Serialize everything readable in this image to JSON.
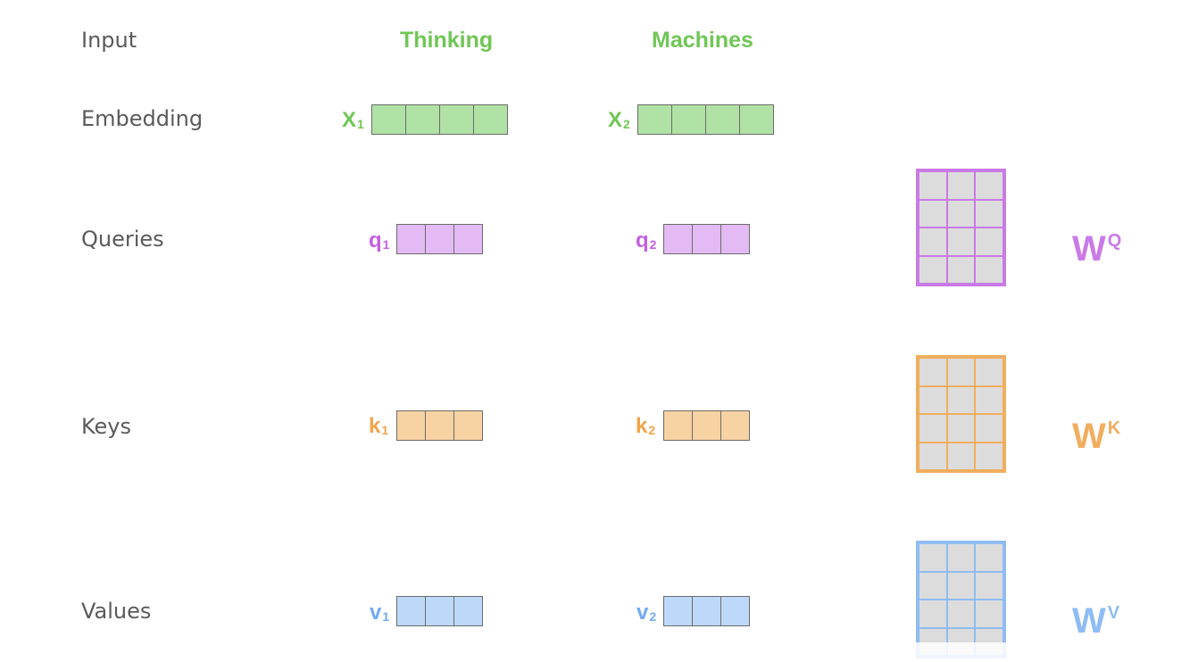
{
  "rows": {
    "input": "Input",
    "embedding": "Embedding",
    "queries": "Queries",
    "keys": "Keys",
    "values": "Values"
  },
  "words": [
    "Thinking",
    "Machines"
  ],
  "vectors": {
    "x": {
      "base": "X",
      "subs": [
        "1",
        "2"
      ],
      "cells": 4,
      "fill": "#b0e2a6",
      "label_color": "#70c656"
    },
    "q": {
      "base": "q",
      "subs": [
        "1",
        "2"
      ],
      "cells": 3,
      "fill": "#e3baf3",
      "label_color": "#c45ee3"
    },
    "k": {
      "base": "k",
      "subs": [
        "1",
        "2"
      ],
      "cells": 3,
      "fill": "#f7d2a2",
      "label_color": "#f3a348"
    },
    "v": {
      "base": "v",
      "subs": [
        "1",
        "2"
      ],
      "cells": 3,
      "fill": "#bdd9f9",
      "label_color": "#70aaf4"
    }
  },
  "matrices": {
    "wq": {
      "base": "W",
      "sup": "Q",
      "color": "#c97ae6"
    },
    "wk": {
      "base": "W",
      "sup": "K",
      "color": "#f0ae5e"
    },
    "wv": {
      "base": "W",
      "sup": "V",
      "color": "#8fbcf3"
    }
  },
  "matrix_shape": {
    "rows": 4,
    "cols": 3
  },
  "matrix_cell_fill": "#dcdcdc"
}
